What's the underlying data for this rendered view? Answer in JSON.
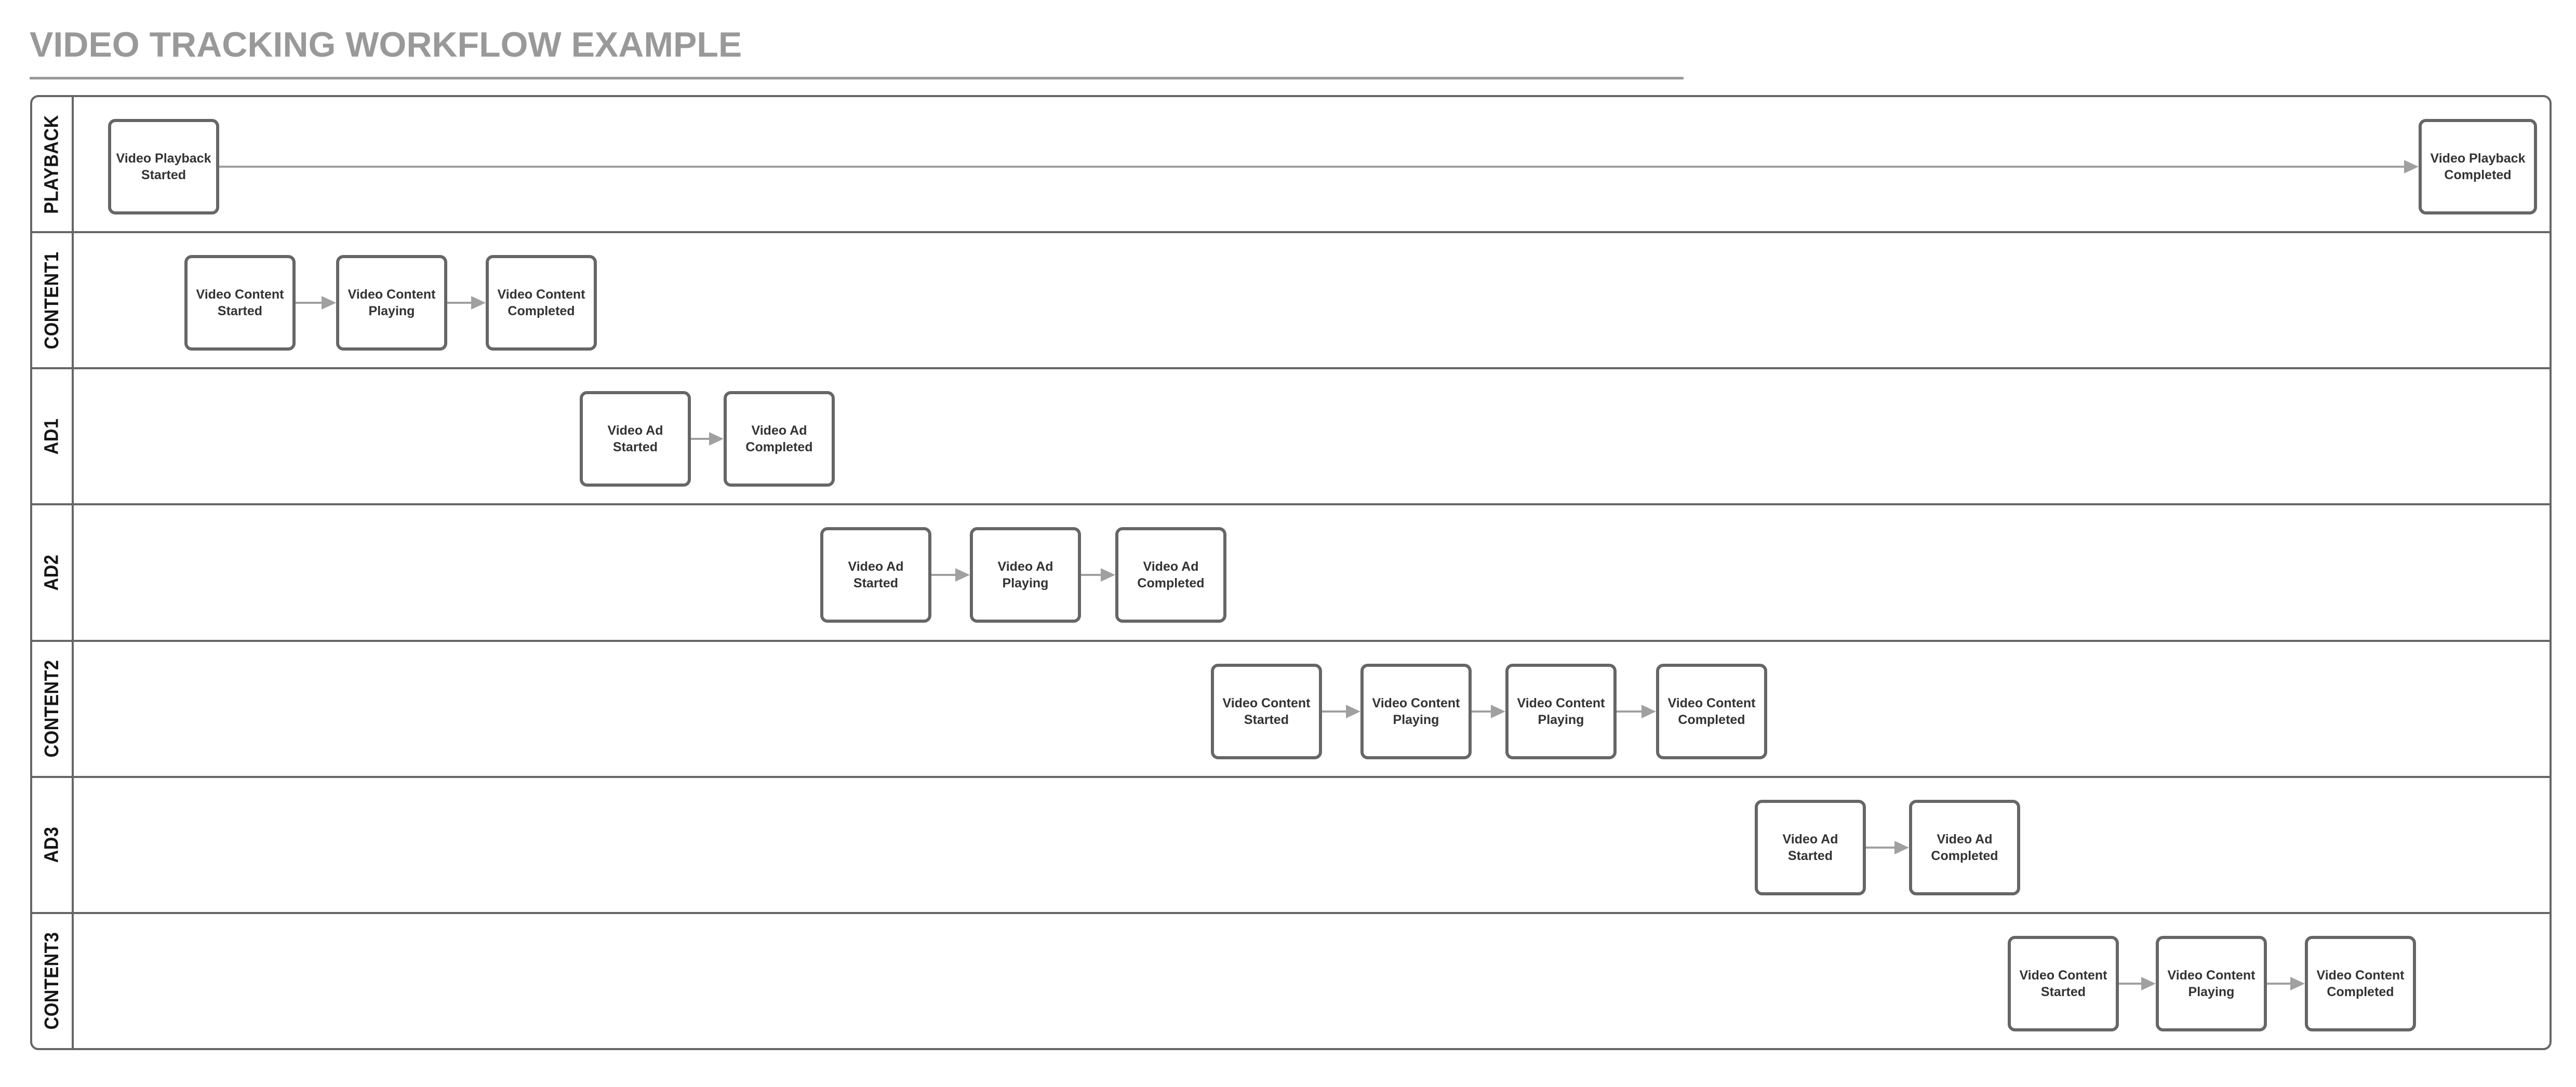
{
  "title": "VIDEO TRACKING WORKFLOW EXAMPLE",
  "colors": {
    "title": "#999999",
    "lane_border": "#666666",
    "node_border": "#666666",
    "node_text": "#333333",
    "lane_label_text": "#151515",
    "arrow": "#a0a0a0",
    "background": "#ffffff"
  },
  "diagram": {
    "lanes": [
      {
        "label": "PLAYBACK",
        "nodes": [
          {
            "label": "Video Playback Started"
          },
          {
            "label": "Video Playback Completed"
          }
        ]
      },
      {
        "label": "CONTENT1",
        "nodes": [
          {
            "label": "Video Content Started"
          },
          {
            "label": "Video Content Playing"
          },
          {
            "label": "Video Content Completed"
          }
        ]
      },
      {
        "label": "AD1",
        "nodes": [
          {
            "label": "Video Ad Started"
          },
          {
            "label": "Video Ad Completed"
          }
        ]
      },
      {
        "label": "AD2",
        "nodes": [
          {
            "label": "Video Ad Started"
          },
          {
            "label": "Video Ad Playing"
          },
          {
            "label": "Video Ad Completed"
          }
        ]
      },
      {
        "label": "CONTENT2",
        "nodes": [
          {
            "label": "Video Content Started"
          },
          {
            "label": "Video Content Playing"
          },
          {
            "label": "Video Content Playing"
          },
          {
            "label": "Video Content Completed"
          }
        ]
      },
      {
        "label": "AD3",
        "nodes": [
          {
            "label": "Video Ad Started"
          },
          {
            "label": "Video Ad Completed"
          }
        ]
      },
      {
        "label": "CONTENT3",
        "nodes": [
          {
            "label": "Video Content Started"
          },
          {
            "label": "Video Content Playing"
          },
          {
            "label": "Video Content Completed"
          }
        ]
      }
    ]
  }
}
